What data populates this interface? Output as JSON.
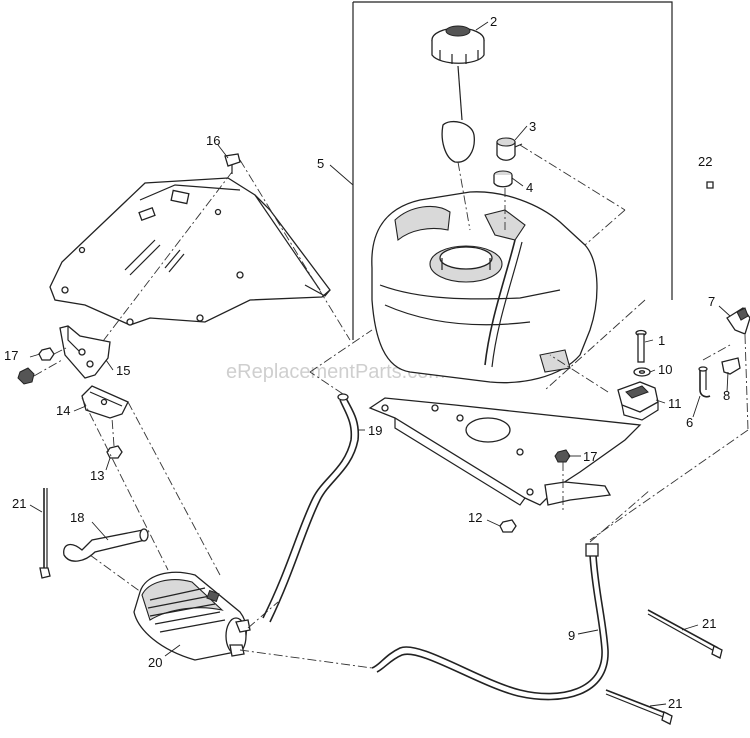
{
  "watermark": "eReplacementParts.com",
  "callouts": {
    "c1": "1",
    "c2": "2",
    "c3": "3",
    "c4": "4",
    "c5": "5",
    "c6": "6",
    "c7": "7",
    "c8": "8",
    "c9": "9",
    "c10": "10",
    "c11": "11",
    "c12": "12",
    "c13": "13",
    "c14": "14",
    "c15": "15",
    "c16": "16",
    "c17a": "17",
    "c17b": "17",
    "c18": "18",
    "c19": "19",
    "c20": "20",
    "c21a": "21",
    "c21b": "21",
    "c21c": "21",
    "c22": "22"
  }
}
